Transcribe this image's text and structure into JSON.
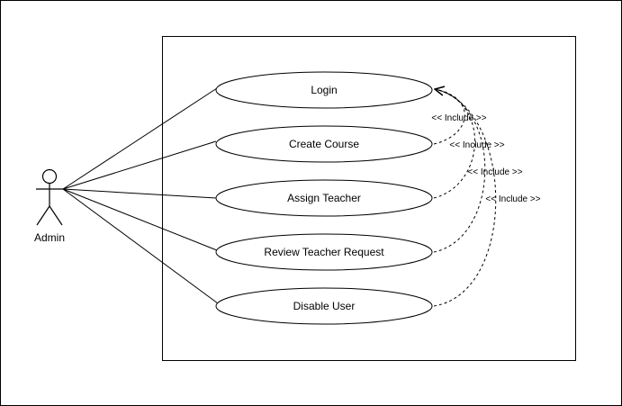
{
  "diagram": {
    "type": "use-case",
    "actor": {
      "name": "Admin",
      "icon": "stick-figure-icon"
    },
    "use_cases": [
      {
        "id": "login",
        "label": "Login"
      },
      {
        "id": "create-course",
        "label": "Create Course"
      },
      {
        "id": "assign-teacher",
        "label": "Assign Teacher"
      },
      {
        "id": "review-teacher-request",
        "label": "Review Teacher Request"
      },
      {
        "id": "disable-user",
        "label": "Disable User"
      }
    ],
    "associations": [
      {
        "from": "actor",
        "to": "login"
      },
      {
        "from": "actor",
        "to": "create-course"
      },
      {
        "from": "actor",
        "to": "assign-teacher"
      },
      {
        "from": "actor",
        "to": "review-teacher-request"
      },
      {
        "from": "actor",
        "to": "disable-user"
      }
    ],
    "include_relationships": [
      {
        "from": "create-course",
        "to": "login",
        "label": "<< Include >>"
      },
      {
        "from": "assign-teacher",
        "to": "login",
        "label": "<< Include >>"
      },
      {
        "from": "review-teacher-request",
        "to": "login",
        "label": "<< Include >>"
      },
      {
        "from": "disable-user",
        "to": "login",
        "label": "<< Include >>"
      }
    ],
    "colors": {
      "stroke": "#000000",
      "fill": "#ffffff"
    }
  }
}
